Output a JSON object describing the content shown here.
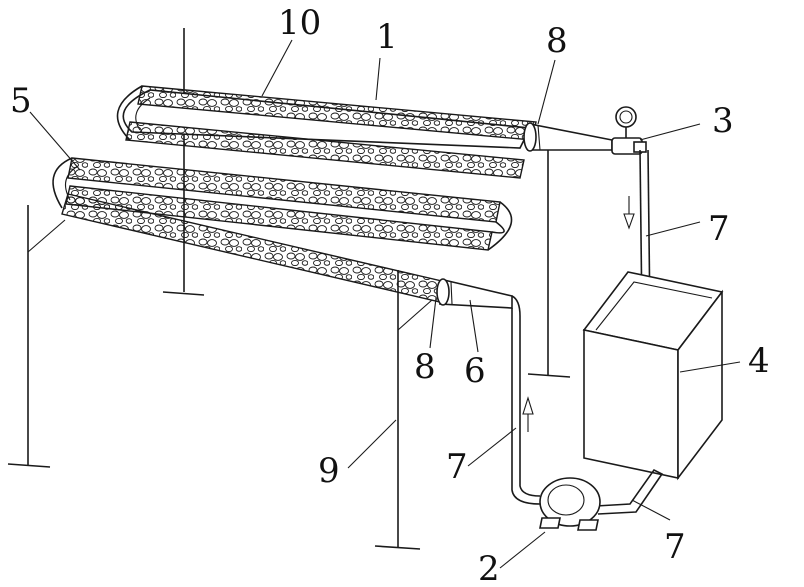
{
  "diagram": {
    "labels": {
      "l1": "1",
      "l2": "2",
      "l3": "3",
      "l4": "4",
      "l5": "5",
      "l6": "6",
      "l7a": "7",
      "l7b": "7",
      "l7c": "7",
      "l8a": "8",
      "l8b": "8",
      "l9": "9",
      "l10": "10"
    },
    "colors": {
      "line": "#1a1a1a",
      "background": "#ffffff"
    }
  }
}
